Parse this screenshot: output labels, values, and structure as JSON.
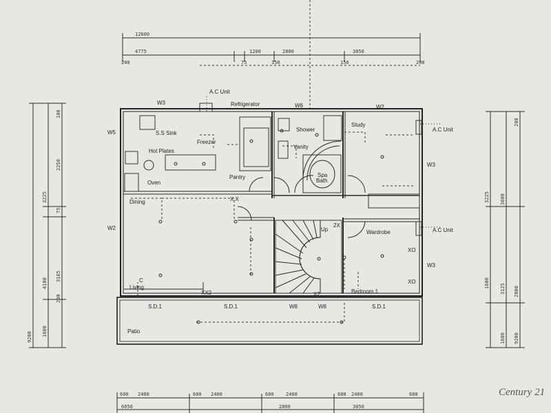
{
  "labels": {
    "ac_unit_top": "A.C Unit",
    "refrigerator": "Refrigerator",
    "w3_top": "W3",
    "w6": "W6",
    "w2_top": "W2",
    "w5": "W5",
    "ss_sink": "S.S Sink",
    "freezer": "Freezer",
    "shower": "Shower",
    "study": "Study",
    "ac_unit_right_top": "A.C Unit",
    "vanity": "Vanity",
    "hot_plates": "Hot Plates",
    "w3_right_top": "W3",
    "spa_bath_1": "Spa",
    "spa_bath_2": "Bath",
    "pantry": "Pantry",
    "oven": "Oven",
    "dining": "Dining",
    "xx_dining": "X X",
    "w2_left": "W2",
    "up": "Up",
    "two_x": "2X",
    "wardrobe": "Wardrobe",
    "ac_unit_right_bottom": "A.C Unit",
    "xo_1": "XO",
    "w3_right_bottom": "W3",
    "xo_2": "XO",
    "c": "C",
    "living": "Living",
    "xx2_left": "XX2",
    "x2_right": "X2",
    "bedroom": "Bedroom 1",
    "sd1_left": "S.D.1",
    "sd1_mid": "S.D.1",
    "w8_a": "W8",
    "w8_b": "W8",
    "sd1_right": "S.D.1",
    "patio": "Patio"
  },
  "dims": {
    "top_overall": "12600",
    "top_4775": "4775",
    "top_1200": "1200",
    "top_2800": "2800",
    "top_3050": "3050",
    "top_200a": "200",
    "top_75": "75",
    "top_150a": "150",
    "top_150b": "150",
    "top_200b": "200",
    "left_9200": "9200",
    "left_3225": "3225",
    "left_2250": "2250",
    "left_100": "100",
    "left_75": "75",
    "left_4100": "4100",
    "left_3165": "3165",
    "left_1600": "1600",
    "left_200": "200",
    "right_200": "200",
    "right_3225": "3225",
    "right_3600": "3600",
    "right_1600": "1600",
    "right_3125": "3125",
    "right_2800": "2800",
    "right_9200": "9200",
    "right_1600b": "1600",
    "bot_600a": "600",
    "bot_2400a": "2400",
    "bot_600b": "600",
    "bot_2400b": "2400",
    "bot_600c": "600",
    "bot_2400c": "2400",
    "bot_600d": "600",
    "bot_2400d": "2400",
    "bot_600e": "600",
    "bot_6050": "6050",
    "bot_2800": "2800",
    "bot_3050": "3050"
  },
  "brand": {
    "name": "Century 21"
  }
}
